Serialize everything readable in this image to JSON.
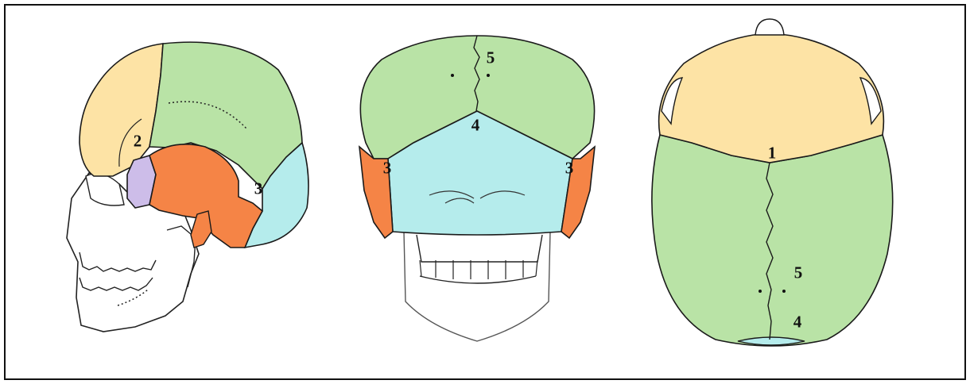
{
  "colors": {
    "frontal": "#fde3a5",
    "parietal": "#b9e3a6",
    "occipital": "#b5ecec",
    "temporal": "#f58446",
    "sphenoid": "#cdbde9",
    "outline": "#1a1a1a",
    "skull_line": "#555555"
  },
  "views": [
    {
      "name": "lateral-view",
      "labels": [
        {
          "id": "lateral-label-2",
          "text": "2"
        },
        {
          "id": "lateral-label-3",
          "text": "3"
        }
      ]
    },
    {
      "name": "posterior-view",
      "labels": [
        {
          "id": "posterior-label-5",
          "text": "5"
        },
        {
          "id": "posterior-label-4",
          "text": "4"
        },
        {
          "id": "posterior-label-3-left",
          "text": "3"
        },
        {
          "id": "posterior-label-3-right",
          "text": "3"
        }
      ]
    },
    {
      "name": "superior-view",
      "labels": [
        {
          "id": "superior-label-1",
          "text": "1"
        },
        {
          "id": "superior-label-5",
          "text": "5"
        },
        {
          "id": "superior-label-4",
          "text": "4"
        }
      ]
    }
  ]
}
